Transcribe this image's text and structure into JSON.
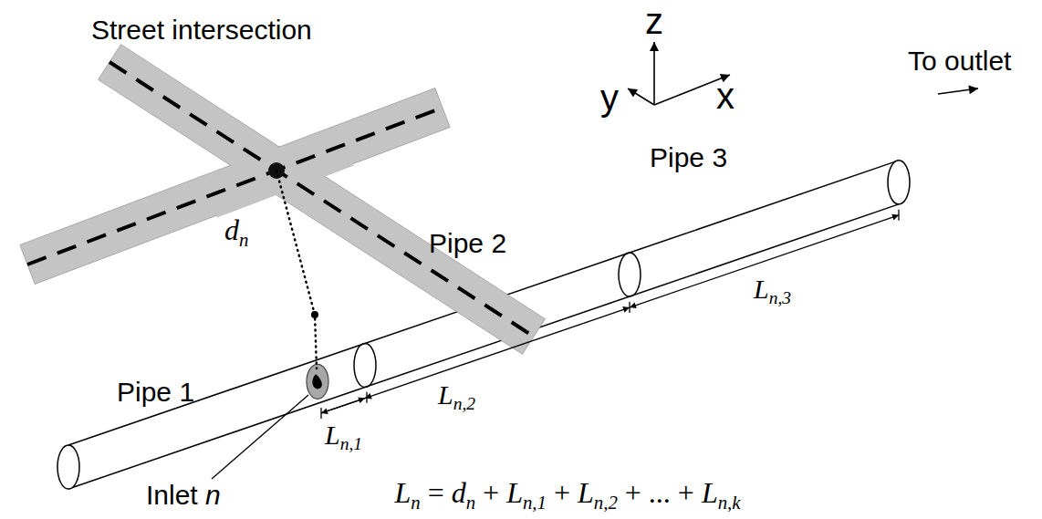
{
  "diagram": {
    "labels": [
      "Street intersection",
      "z",
      "y",
      "x",
      "To outlet",
      "Pipe 3",
      "Pipe 2",
      "dn",
      "Pipe 1",
      "Ln,3",
      "Ln,2",
      "Ln,1",
      "Inlet n",
      "Ln = dn + Ln,1 + Ln,2 + ... + Ln,k"
    ]
  }
}
